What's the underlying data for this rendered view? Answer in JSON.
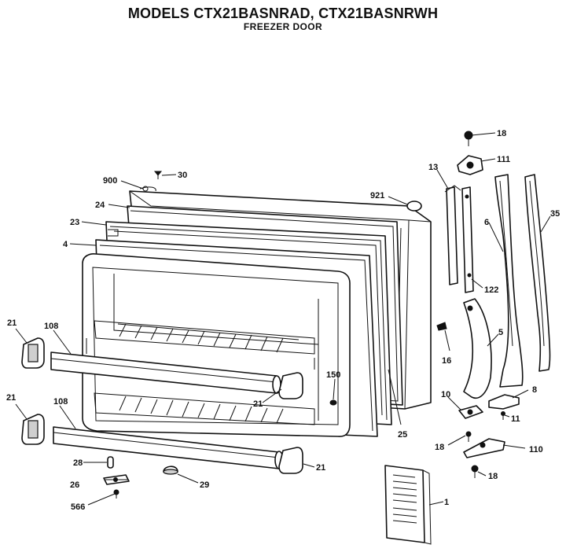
{
  "header": {
    "title": "MODELS CTX21BASNRAD, CTX21BASNRWH",
    "subtitle": "FREEZER DOOR"
  },
  "callouts": [
    {
      "id": "18a",
      "text": "18"
    },
    {
      "id": "111",
      "text": "111"
    },
    {
      "id": "13",
      "text": "13"
    },
    {
      "id": "900",
      "text": "900"
    },
    {
      "id": "30",
      "text": "30"
    },
    {
      "id": "921",
      "text": "921"
    },
    {
      "id": "24",
      "text": "24"
    },
    {
      "id": "6",
      "text": "6"
    },
    {
      "id": "35",
      "text": "35"
    },
    {
      "id": "23",
      "text": "23"
    },
    {
      "id": "4",
      "text": "4"
    },
    {
      "id": "122",
      "text": "122"
    },
    {
      "id": "21a",
      "text": "21"
    },
    {
      "id": "108a",
      "text": "108"
    },
    {
      "id": "5",
      "text": "5"
    },
    {
      "id": "16",
      "text": "16"
    },
    {
      "id": "150",
      "text": "150"
    },
    {
      "id": "8",
      "text": "8"
    },
    {
      "id": "21b",
      "text": "21"
    },
    {
      "id": "10",
      "text": "10"
    },
    {
      "id": "21c",
      "text": "21"
    },
    {
      "id": "108b",
      "text": "108"
    },
    {
      "id": "11",
      "text": "11"
    },
    {
      "id": "25",
      "text": "25"
    },
    {
      "id": "18b",
      "text": "18"
    },
    {
      "id": "110",
      "text": "110"
    },
    {
      "id": "28",
      "text": "28"
    },
    {
      "id": "21d",
      "text": "21"
    },
    {
      "id": "18c",
      "text": "18"
    },
    {
      "id": "26",
      "text": "26"
    },
    {
      "id": "29",
      "text": "29"
    },
    {
      "id": "1",
      "text": "1"
    },
    {
      "id": "566",
      "text": "566"
    }
  ]
}
